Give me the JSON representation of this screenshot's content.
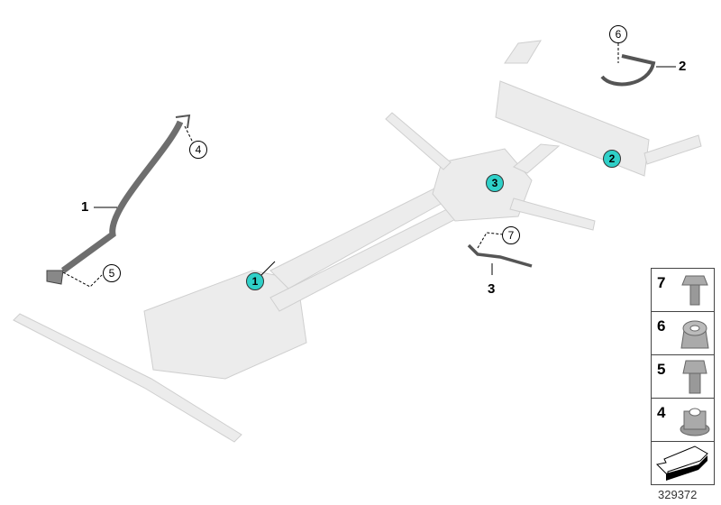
{
  "diagram": {
    "part_labels": [
      "1",
      "2",
      "3"
    ],
    "callouts": [
      "4",
      "5",
      "6",
      "7"
    ],
    "hotspots": [
      "1",
      "2",
      "3"
    ],
    "legend": [
      {
        "num": "7",
        "icon": "hex-bolt-flange-icon"
      },
      {
        "num": "6",
        "icon": "self-locking-nut-icon"
      },
      {
        "num": "5",
        "icon": "hex-bolt-icon"
      },
      {
        "num": "4",
        "icon": "hex-flange-nut-icon"
      },
      {
        "num": "",
        "icon": "view-direction-arrow-icon"
      }
    ],
    "image_number": "329372",
    "colors": {
      "hotspot": "#2fd0c8",
      "part": "#6e6e6e",
      "ghost": "#e6e6e6"
    }
  }
}
